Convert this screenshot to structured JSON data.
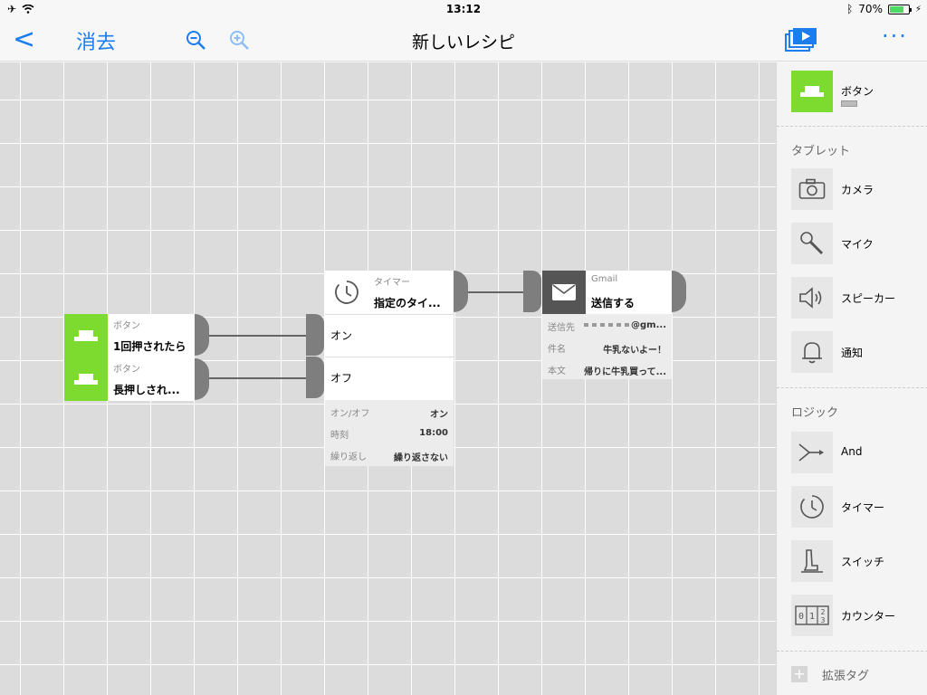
{
  "status_bar": {
    "time": "13:12",
    "battery": "70%"
  },
  "nav": {
    "back_label": "<",
    "clear_label": "消去",
    "title": "新しいレシピ",
    "more_label": "···"
  },
  "blocks": {
    "button1": {
      "type": "ボタン",
      "label": "1回押されたら"
    },
    "button2": {
      "type": "ボタン",
      "label": "長押しされ..."
    },
    "timer": {
      "type": "タイマー",
      "label": "指定のタイ...",
      "on": "オン",
      "off": "オフ",
      "props": [
        {
          "key": "オン/オフ",
          "value": "オン"
        },
        {
          "key": "時刻",
          "value": "18:00"
        },
        {
          "key": "繰り返し",
          "value": "繰り返さない"
        }
      ]
    },
    "gmail": {
      "type": "Gmail",
      "label": "送信する",
      "props": [
        {
          "key": "送信先",
          "value": "@gm..."
        },
        {
          "key": "件名",
          "value": "牛乳ないよー！"
        },
        {
          "key": "本文",
          "value": "帰りに牛乳買って..."
        }
      ]
    }
  },
  "sidebar": {
    "top_item": {
      "label": "ボタン"
    },
    "tablet_section": "タブレット",
    "tablet_items": [
      {
        "label": "カメラ",
        "icon": "camera-icon"
      },
      {
        "label": "マイク",
        "icon": "microphone-icon"
      },
      {
        "label": "スピーカー",
        "icon": "speaker-icon"
      },
      {
        "label": "通知",
        "icon": "bell-icon"
      }
    ],
    "logic_section": "ロジック",
    "logic_items": [
      {
        "label": "And",
        "icon": "and-icon"
      },
      {
        "label": "タイマー",
        "icon": "timer-icon"
      },
      {
        "label": "スイッチ",
        "icon": "switch-icon"
      },
      {
        "label": "カウンター",
        "icon": "counter-icon"
      }
    ],
    "extension_label": "拡張タグ"
  },
  "colors": {
    "accent": "#1a7ef0",
    "button_green": "#7ddb2f",
    "gmail_tile": "#555555"
  }
}
